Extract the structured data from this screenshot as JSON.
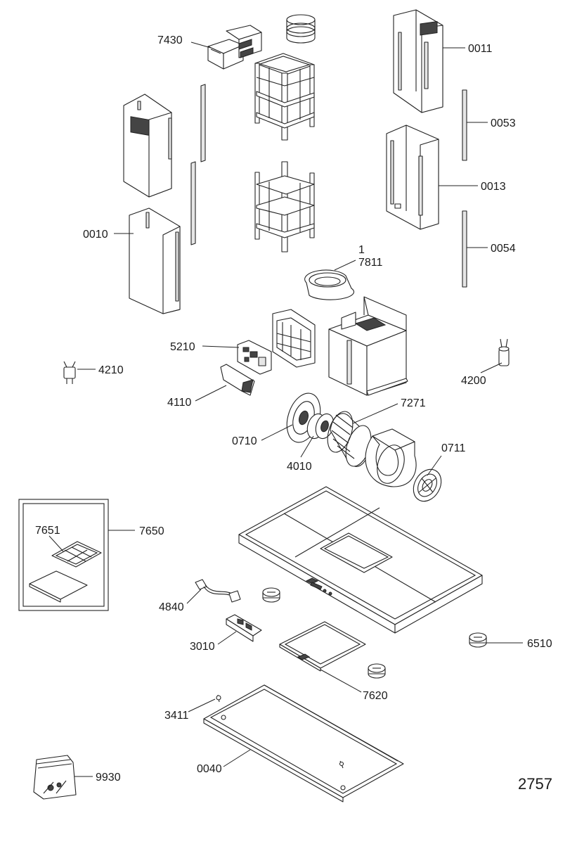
{
  "diagram_number": "2757",
  "labels": {
    "l7430": "7430",
    "l0011": "0011",
    "l0053": "0053",
    "l0013": "0013",
    "l0010": "0010",
    "l0054": "0054",
    "l1": "1",
    "l7811": "7811",
    "l5210": "5210",
    "l4210": "4210",
    "l4200": "4200",
    "l4110": "4110",
    "l7271": "7271",
    "l0710": "0710",
    "l0711": "0711",
    "l4010": "4010",
    "l7651": "7651",
    "l7650": "7650",
    "l4840": "4840",
    "l6510": "6510",
    "l3010": "3010",
    "l7620": "7620",
    "l3411": "3411",
    "l0040": "0040",
    "l9930": "9930"
  }
}
